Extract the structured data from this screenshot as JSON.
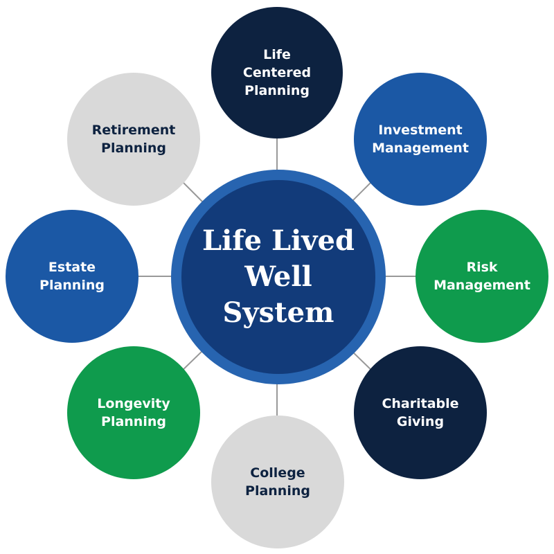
{
  "center": {
    "title": "Life Lived\nWell\nSystem"
  },
  "nodes": [
    {
      "label": "Life\nCentered\nPlanning",
      "color": "#0d2240"
    },
    {
      "label": "Investment\nManagement",
      "color": "#1b58a5"
    },
    {
      "label": "Risk\nManagement",
      "color": "#0f9b4d"
    },
    {
      "label": "Charitable\nGiving",
      "color": "#0d2240"
    },
    {
      "label": "College\nPlanning",
      "color": "#d9d9d9"
    },
    {
      "label": "Longevity\nPlanning",
      "color": "#0f9b4d"
    },
    {
      "label": "Estate\nPlanning",
      "color": "#1b58a5"
    },
    {
      "label": "Retirement\nPlanning",
      "color": "#d9d9d9"
    }
  ],
  "colors": {
    "center_ring": "#2764b0",
    "center_core": "#123b7a",
    "connector": "#999999"
  }
}
